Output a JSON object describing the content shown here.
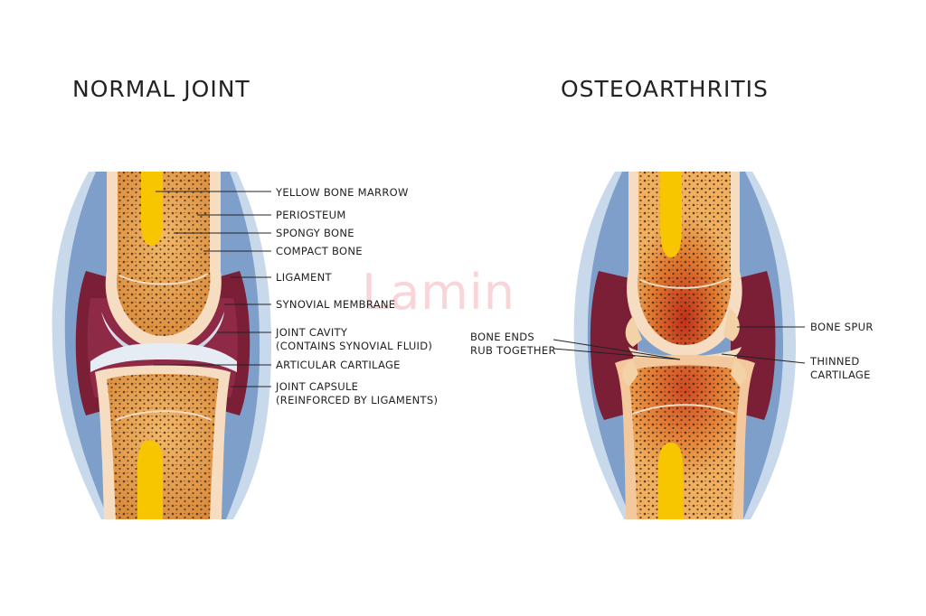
{
  "titles": {
    "normal": "NORMAL JOINT",
    "oa": "OSTEOARTHRITIS"
  },
  "watermark": {
    "text": "Lamin"
  },
  "labels": {
    "yellow_bone_marrow": "YELLOW BONE MARROW",
    "periosteum": "PERIOSTEUM",
    "spongy_bone": "SPONGY BONE",
    "compact_bone": "COMPACT BONE",
    "ligament": "LIGAMENT",
    "synovial_membrane": "SYNOVIAL MEMBRANE",
    "joint_cavity": [
      "JOINT CAVITY",
      "(CONTAINS SYNOVIAL FLUID)"
    ],
    "articular_cartilage": "ARTICULAR CARTILAGE",
    "joint_capsule": [
      "JOINT CAPSULE",
      "(REINFORCED BY LIGAMENTS)"
    ],
    "bone_ends": [
      "BONE ENDS",
      "RUB TOGETHER"
    ],
    "bone_spur": "BONE SPUR",
    "thinned_cartilage": [
      "THINNED",
      "CARTILAGE"
    ]
  },
  "colors": {
    "capsule_outer": "#c9d9ec",
    "capsule_inner": "#7f9fcb",
    "synovial": "#7a1f35",
    "bone_spongy": "#e9a553",
    "compact_bone": "#f6dcc0",
    "marrow": "#f7c600",
    "cartilage": "#dfe6ef",
    "inflamed": "#c8421e"
  }
}
